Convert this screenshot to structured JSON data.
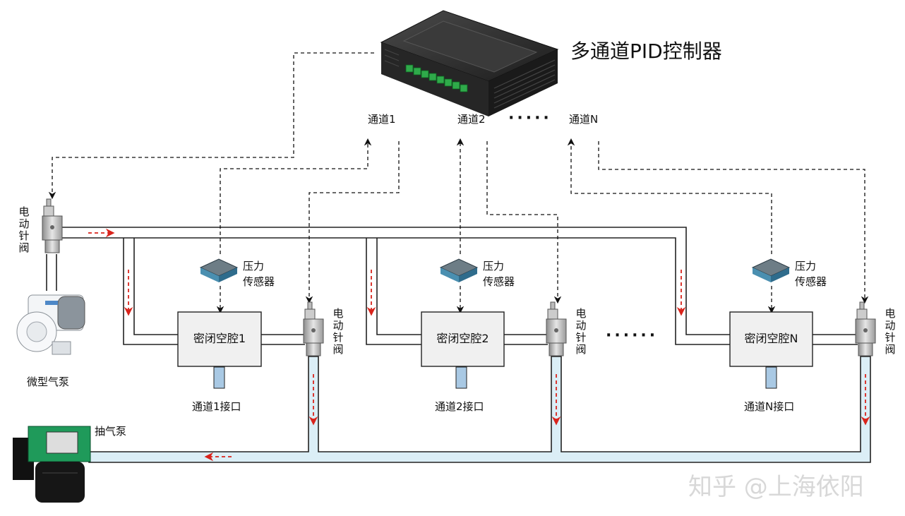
{
  "title": "多通道PID控制器",
  "channels": [
    "通道1",
    "通道2",
    "通道N"
  ],
  "channel_dots": "·····",
  "valve_label": "电动针阀",
  "sensor_label_line1": "压力",
  "sensor_label_line2": "传感器",
  "cavities": [
    "密闭空腔1",
    "密闭空腔2",
    "密闭空腔N"
  ],
  "ports": [
    "通道1接口",
    "通道2接口",
    "通道N接口"
  ],
  "middle_dots": "······",
  "micro_pump": "微型气泵",
  "vacuum_pump": "抽气泵",
  "watermark": "知乎 @上海依阳",
  "colors": {
    "pipe_border": "#222222",
    "pipe_fill_in": "#ffffff",
    "pipe_fill_out": "#dbeef6",
    "flow_arrow": "#d9241c",
    "port": "#a9c9e4",
    "controller": "#2b2b2b",
    "terminal": "#2faa4a",
    "pump_green": "#1f9a5a"
  }
}
